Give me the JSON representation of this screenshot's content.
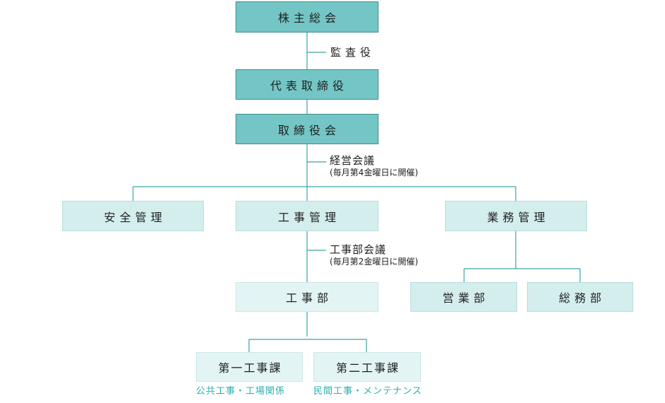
{
  "org": {
    "shareholders": "株主総会",
    "auditor": "監査役",
    "representative": "代表取締役",
    "board": "取締役会",
    "management_meeting": {
      "title": "経営会議",
      "schedule": "(毎月第4金曜日に開催)"
    },
    "departments": {
      "safety": "安全管理",
      "construction": "工事管理",
      "business": "業務管理"
    },
    "construction_meeting": {
      "title": "工事部会議",
      "schedule": "(毎月第2金曜日に開催)"
    },
    "construction_dept": "工事部",
    "sales_dept": "営業部",
    "general_affairs_dept": "総務部",
    "section1": {
      "name": "第一工事課",
      "note": "公共工事・工場関係"
    },
    "section2": {
      "name": "第二工事課",
      "note": "民間工事・メンテナンス"
    }
  },
  "colors": {
    "top_box": "#73c6c5",
    "dept_box": "#d4eeee",
    "line": "#3aa5a5",
    "note_text": "#2ab0b0"
  }
}
